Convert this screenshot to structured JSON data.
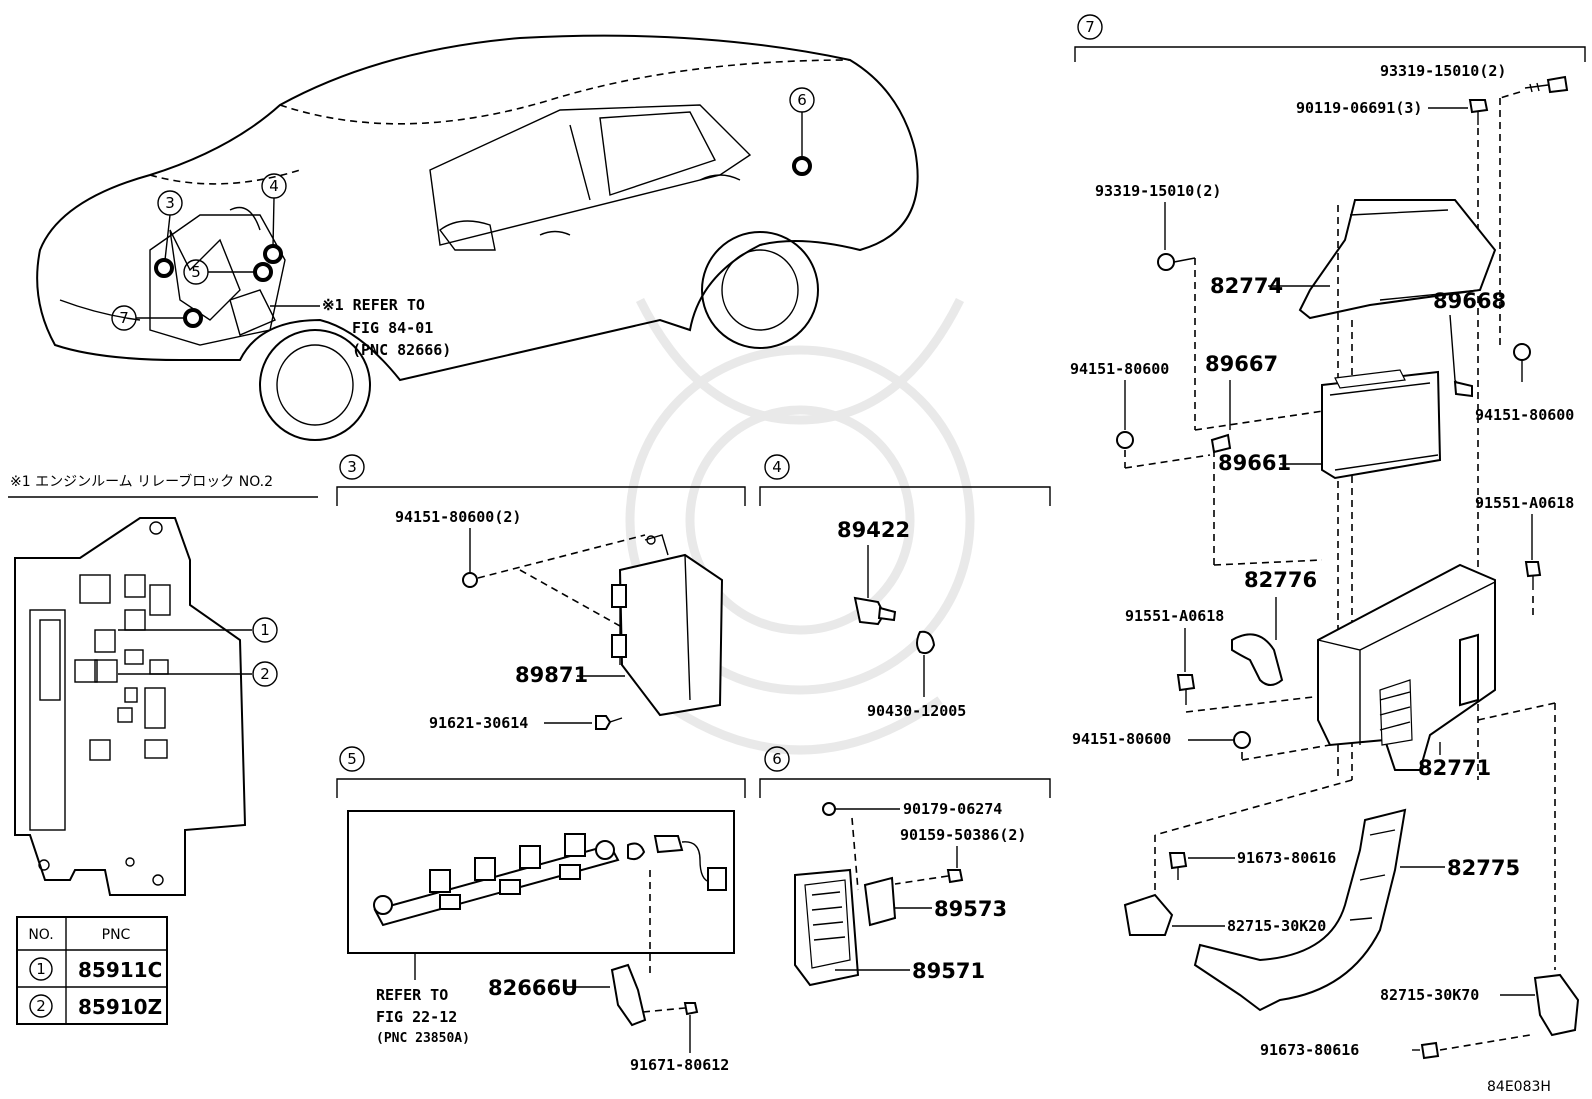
{
  "sections": {
    "s3": "3",
    "s4": "4",
    "s5": "5",
    "s6": "6",
    "s7": "7"
  },
  "car": {
    "callouts": [
      "3",
      "4",
      "5",
      "6",
      "7"
    ],
    "refer_note": [
      "※1 REFER TO",
      "FIG 84-01",
      "(PNC 82666)"
    ]
  },
  "relay_block": {
    "title": "※1 エンジンルーム リレーブロック NO.2",
    "callouts": [
      "1",
      "2"
    ],
    "table": {
      "headers": [
        "NO.",
        "PNC"
      ],
      "rows": [
        {
          "no": "1",
          "pnc": "85911C"
        },
        {
          "no": "2",
          "pnc": "85910Z"
        }
      ]
    }
  },
  "section3": {
    "labels": [
      "94151-80600(2)",
      "89871",
      "91621-30614"
    ]
  },
  "section4": {
    "labels": [
      "89422",
      "90430-12005"
    ]
  },
  "section5": {
    "refer_note": [
      "REFER TO",
      "FIG 22-12",
      "(PNC 23850A)"
    ],
    "labels": [
      "82666U",
      "91671-80612"
    ]
  },
  "section6": {
    "labels": [
      "90179-06274",
      "90159-50386(2)",
      "89573",
      "89571"
    ]
  },
  "section7": {
    "labels": [
      "93319-15010(2)",
      "90119-06691(3)",
      "93319-15010(2)",
      "82774",
      "89668",
      "94151-80600",
      "89667",
      "94151-80600",
      "89661",
      "91551-A0618",
      "82776",
      "91551-A0618",
      "94151-80600",
      "82771",
      "91673-80616",
      "82775",
      "82715-30K20",
      "82715-30K70",
      "91673-80616"
    ]
  },
  "figure_code": "84E083H"
}
